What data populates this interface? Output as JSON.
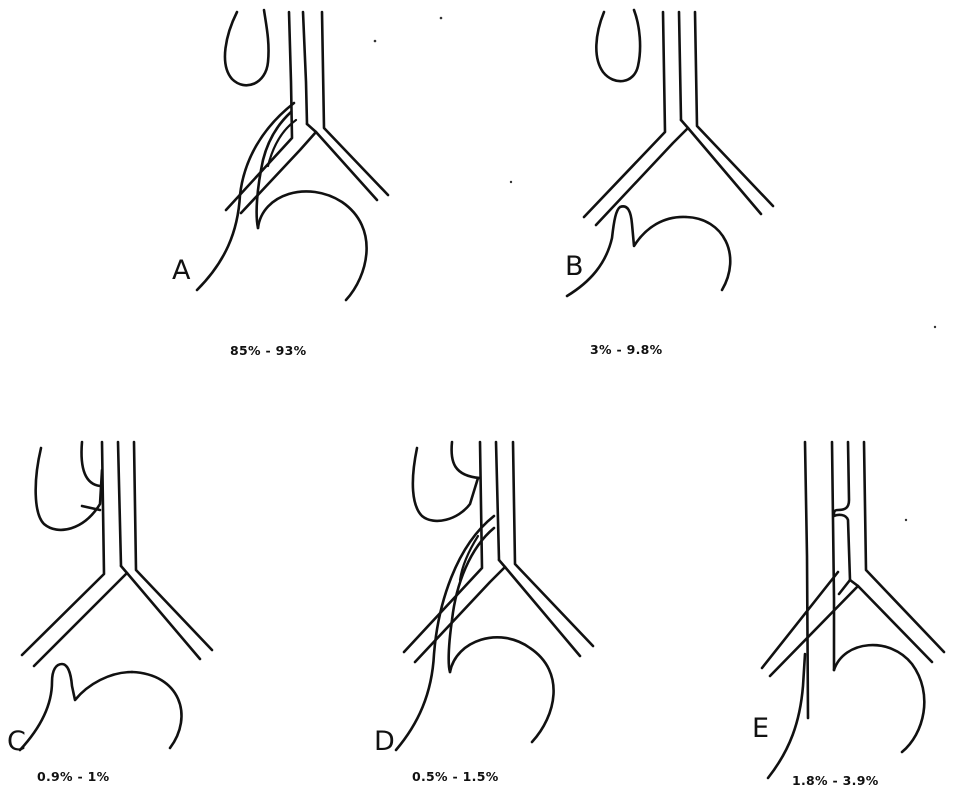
{
  "panels": [
    {
      "id": "A",
      "letter": "A",
      "range": "85% - 93%"
    },
    {
      "id": "B",
      "letter": "B",
      "range": "3% - 9.8%"
    },
    {
      "id": "C",
      "letter": "C",
      "range": "0.9% - 1%"
    },
    {
      "id": "D",
      "letter": "D",
      "range": "0.5% - 1.5%"
    },
    {
      "id": "E",
      "letter": "E",
      "range": "1.8% - 3.9%"
    }
  ]
}
